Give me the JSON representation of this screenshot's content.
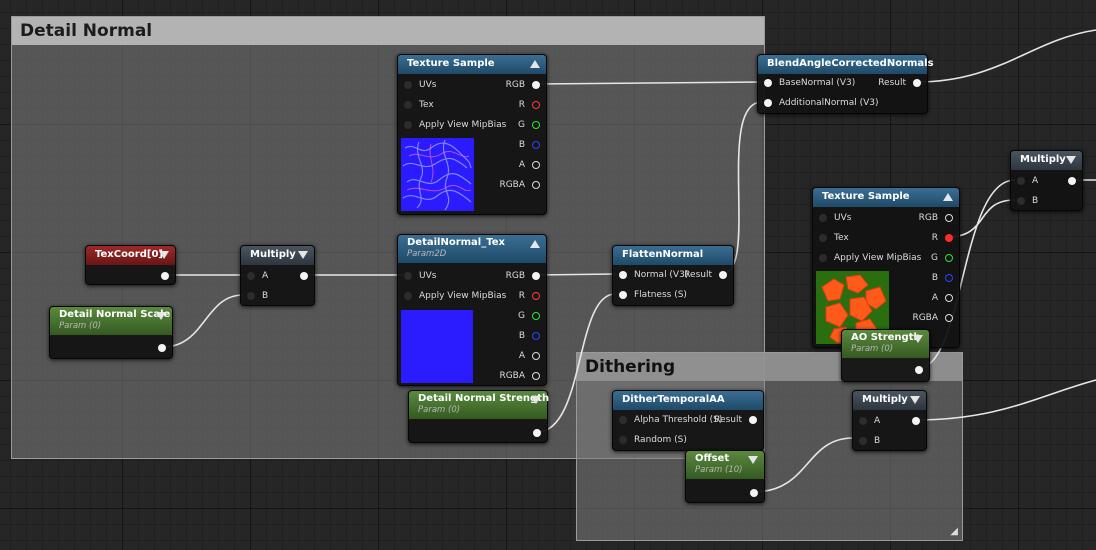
{
  "comments": {
    "detail_normal": "Detail Normal",
    "dithering": "Dithering"
  },
  "nodes": {
    "texture_sample_1": {
      "title": "Texture Sample",
      "inputs": [
        "UVs",
        "Tex",
        "Apply View MipBias"
      ],
      "outputs": [
        "RGB",
        "R",
        "G",
        "B",
        "A",
        "RGBA"
      ]
    },
    "blend_angle": {
      "title": "BlendAngleCorrectedNormals",
      "inputs": [
        "BaseNormal (V3)",
        "AdditionalNormal (V3)"
      ],
      "output": "Result"
    },
    "multiply_right": {
      "title": "Multiply",
      "inputs": [
        "A",
        "B"
      ]
    },
    "texture_sample_2": {
      "title": "Texture Sample",
      "inputs": [
        "UVs",
        "Tex",
        "Apply View MipBias"
      ],
      "outputs": [
        "RGB",
        "R",
        "G",
        "B",
        "A",
        "RGBA"
      ]
    },
    "texcoord": {
      "title": "TexCoord[0]"
    },
    "multiply_left": {
      "title": "Multiply",
      "inputs": [
        "A",
        "B"
      ]
    },
    "detail_normal_tex": {
      "title": "DetailNormal_Tex",
      "subtitle": "Param2D",
      "inputs": [
        "UVs",
        "Apply View MipBias"
      ],
      "outputs": [
        "RGB",
        "R",
        "G",
        "B",
        "A",
        "RGBA"
      ]
    },
    "flatten_normal": {
      "title": "FlattenNormal",
      "inputs": [
        "Normal (V3)",
        "Flatness (S)"
      ],
      "output": "Result"
    },
    "detail_normal_scale": {
      "title": "Detail Normal Scale",
      "subtitle": "Param (0)"
    },
    "ao_strength": {
      "title": "AO Strength",
      "subtitle": "Param (0)"
    },
    "detail_normal_strength": {
      "title": "Detail Normal Strength",
      "subtitle": "Param (0)"
    },
    "dither": {
      "title": "DitherTemporalAA",
      "inputs": [
        "Alpha Threshold (S)",
        "Random (S)"
      ],
      "output": "Result"
    },
    "multiply_bottom": {
      "title": "Multiply",
      "inputs": [
        "A",
        "B"
      ]
    },
    "offset": {
      "title": "Offset",
      "subtitle": "Param (10)"
    }
  },
  "colors": {
    "canvas_bg": "#262626",
    "header_blue": "#2f5d80",
    "header_red": "#7e1f1f",
    "header_green": "#4a7431",
    "pin_r": "#ff2a2a",
    "pin_g": "#2ee62e",
    "pin_b": "#2a44ff",
    "normal_preview": "#2a1cff",
    "ao_preview_fg": "#ff5a1a",
    "ao_preview_bg": "#2a6e10"
  },
  "icons": {
    "collapse_up": "triangle-up-icon",
    "collapse_down": "triangle-down-icon",
    "resize": "resize-grip-icon"
  }
}
